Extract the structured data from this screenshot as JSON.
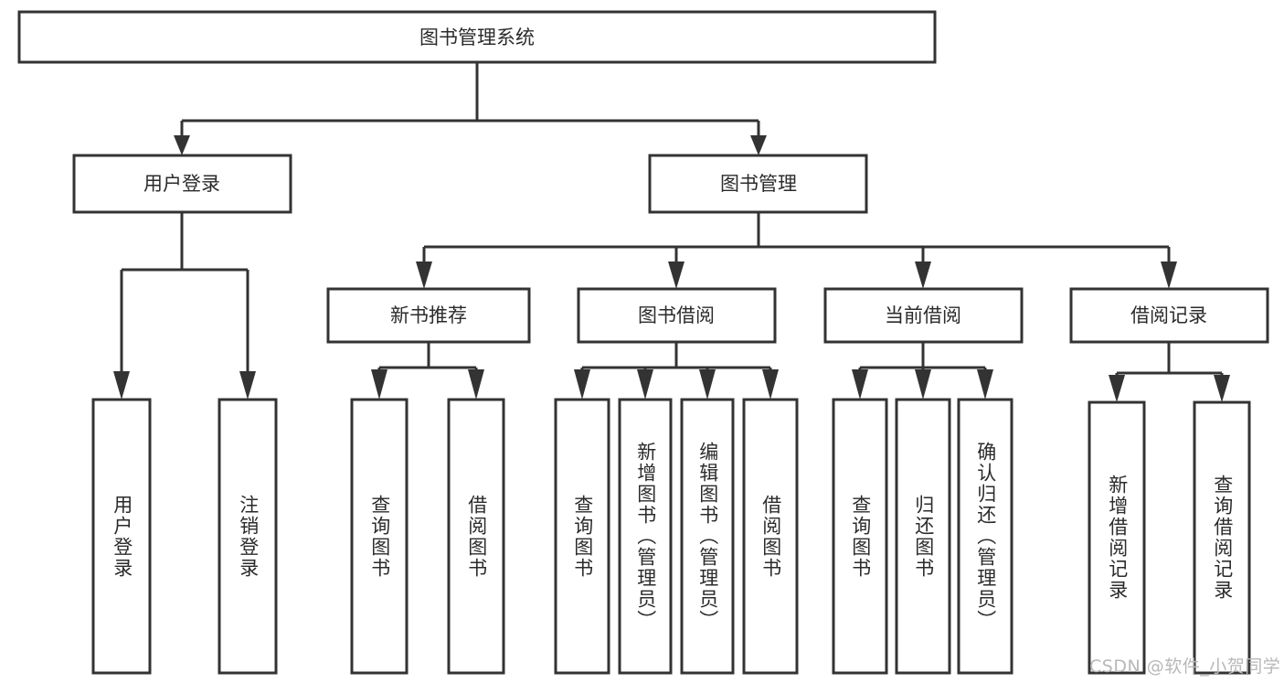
{
  "diagram": {
    "type": "tree",
    "orientation": "top-down",
    "title_node": {
      "label": "图书管理系统"
    },
    "level2": [
      {
        "id": "user-login",
        "label": "用户登录"
      },
      {
        "id": "book-manage",
        "label": "图书管理"
      }
    ],
    "level3": [
      {
        "id": "new-book-recommend",
        "label": "新书推荐",
        "parent": "book-manage"
      },
      {
        "id": "book-borrow",
        "label": "图书借阅",
        "parent": "book-manage"
      },
      {
        "id": "current-borrow",
        "label": "当前借阅",
        "parent": "book-manage"
      },
      {
        "id": "borrow-record",
        "label": "借阅记录",
        "parent": "book-manage"
      }
    ],
    "leaves": [
      {
        "id": "leaf-user-login",
        "label": "用户登录",
        "parent": "user-login"
      },
      {
        "id": "leaf-logout-login",
        "label": "注销登录",
        "parent": "user-login"
      },
      {
        "id": "leaf-query-book-1",
        "label": "查询图书",
        "parent": "new-book-recommend"
      },
      {
        "id": "leaf-borrow-book-1",
        "label": "借阅图书",
        "parent": "new-book-recommend"
      },
      {
        "id": "leaf-query-book-2",
        "label": "查询图书",
        "parent": "book-borrow"
      },
      {
        "id": "leaf-add-book",
        "label": "新增图书（管理员）",
        "parent": "book-borrow"
      },
      {
        "id": "leaf-edit-book",
        "label": "编辑图书（管理员）",
        "parent": "book-borrow"
      },
      {
        "id": "leaf-borrow-book-2",
        "label": "借阅图书",
        "parent": "book-borrow"
      },
      {
        "id": "leaf-query-book-3",
        "label": "查询图书",
        "parent": "current-borrow"
      },
      {
        "id": "leaf-return-book",
        "label": "归还图书",
        "parent": "current-borrow"
      },
      {
        "id": "leaf-confirm-return",
        "label": "确认归还（管理员）",
        "parent": "current-borrow"
      },
      {
        "id": "leaf-add-borrow-record",
        "label": "新增借阅记录",
        "parent": "borrow-record"
      },
      {
        "id": "leaf-query-borrow-record",
        "label": "查询借阅记录",
        "parent": "borrow-record"
      }
    ],
    "colors": {
      "stroke": "#333333",
      "fill": "#ffffff",
      "text": "#2b2b2b",
      "watermark": "#b8b8b8"
    }
  },
  "watermark": {
    "text": "CSDN @软件_小贺同学"
  }
}
